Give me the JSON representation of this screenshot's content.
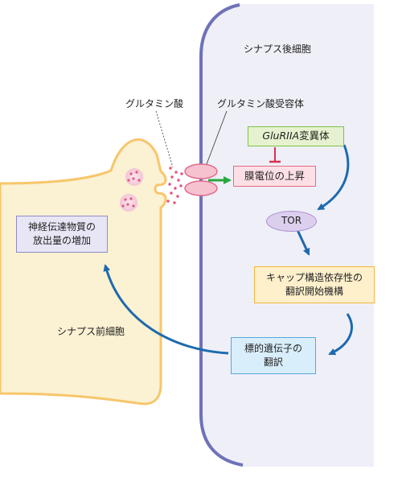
{
  "labels": {
    "postsynaptic_cell": "シナプス後細胞",
    "presynaptic_cell": "シナプス前細胞",
    "glutamate": "グルタミン酸",
    "glutamate_receptor": "グルタミン酸受容体"
  },
  "boxes": {
    "gluriia": {
      "name": "GluRIIA",
      "suffix": "変異体"
    },
    "membrane_potential": "膜電位の上昇",
    "tor": "TOR",
    "cap_translation": {
      "line1": "キャップ構造依存性の",
      "line2": "翻訳開始機構"
    },
    "target_gene": {
      "line1": "標的遺伝子の",
      "line2": "翻訳"
    },
    "neurotransmitter": {
      "line1": "神経伝達物質の",
      "line2": "放出量の増加"
    }
  },
  "colors": {
    "presynaptic_fill": "#fbf1d3",
    "presynaptic_outline": "#f7c66b",
    "postsynaptic_fill": "#efeff8",
    "postsynaptic_outline": "#6f72b8",
    "arrow_blue": "#1d6aae",
    "arrow_green": "#29a840",
    "inhibit_red": "#d9304f",
    "receptor_pink": "#f7c2cf",
    "green_box_bg": "#e6f2cf",
    "green_box_border": "#7dc24a",
    "pink_box_bg": "#fde0e6",
    "pink_box_border": "#e86a86",
    "purple_ellipse": "#dccfee",
    "orange_box_bg": "#fff0cc",
    "orange_box_border": "#f4b43c",
    "blue_box_bg": "#d9eefb",
    "blue_box_border": "#5aa7dc",
    "lavender_box_bg": "#e8e6f5",
    "lavender_box_border": "#8c8cc8"
  }
}
